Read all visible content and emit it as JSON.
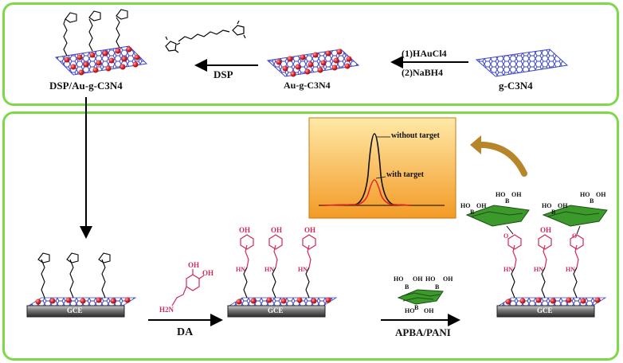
{
  "labels": {
    "dsp_au": "DSP/Au-g-C3N4",
    "dsp": "DSP",
    "au": "Au-g-C3N4",
    "haucl4": "(1)HAuCl4",
    "nabh4": "(2)NaBH4",
    "gcn": "g-C3N4",
    "da": "DA",
    "apba": "APBA/PANI",
    "gce": "GCE",
    "without_target": "without target",
    "with_target": "with target",
    "amine": "H2N",
    "hn": "HN",
    "oh": "OH",
    "ho": "HO",
    "b": "B",
    "o": "O"
  },
  "colors": {
    "panel_border": "#7fd84a",
    "sheet": "#3a44c8",
    "gold": "#e0252b",
    "linker": "#d02a5a",
    "pani": "#3c9a2c",
    "electrode": "#555555",
    "peak_without": "#111111",
    "peak_with": "#e0252b",
    "inset_bg": "#f6a531",
    "arrow_curve": "#b8862a"
  }
}
